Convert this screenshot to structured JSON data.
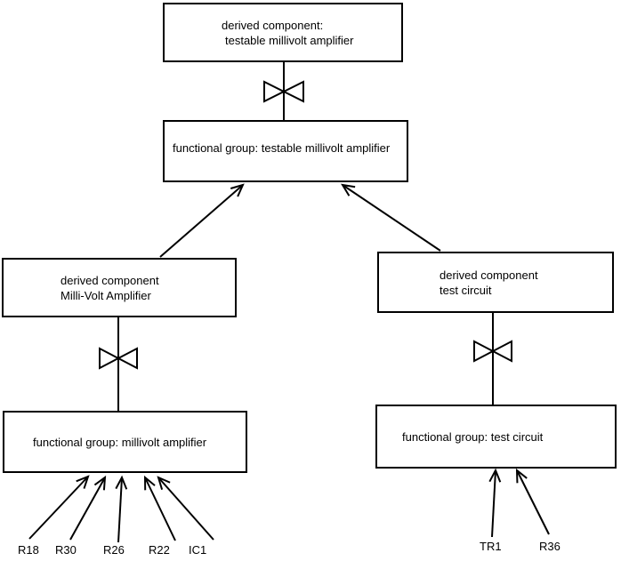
{
  "page": {
    "background_color": "#ffffff",
    "line_color": "#000000"
  },
  "nodes": {
    "derived_testable": {
      "line1": "derived component:",
      "line2": "testable millivolt amplifier"
    },
    "fg_testable": {
      "label": "functional group: testable millivolt amplifier"
    },
    "derived_millivolt": {
      "line1": "derived component",
      "line2": "Milli-Volt Amplifier"
    },
    "derived_test": {
      "line1": "derived component",
      "line2": "test circuit"
    },
    "fg_millivolt": {
      "label": "functional group: millivolt amplifier"
    },
    "fg_test": {
      "label": "functional group: test circuit"
    }
  },
  "components": {
    "millivolt": [
      "R18",
      "R30",
      "R26",
      "R22",
      "IC1"
    ],
    "test": [
      "TR1",
      "R36"
    ]
  }
}
